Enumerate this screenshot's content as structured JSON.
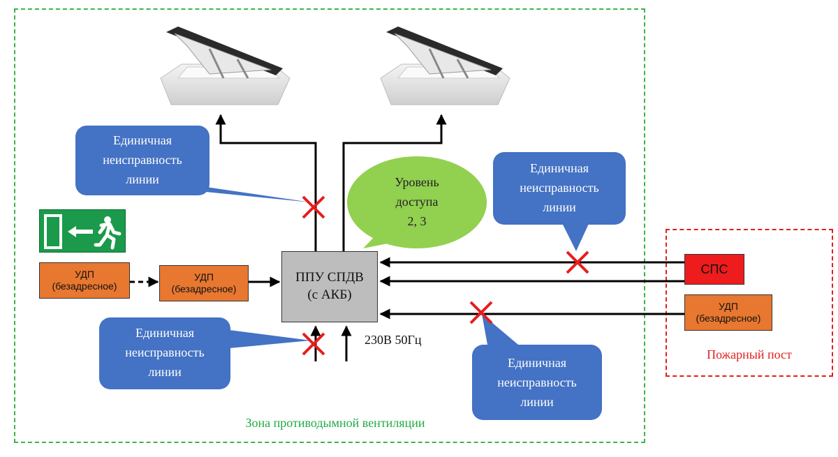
{
  "zones": {
    "ventilation_label": "Зона противодымной вентиляции",
    "fire_post_label": "Пожарный пост"
  },
  "ppu": {
    "line1": "ППУ СПДВ",
    "line2": "(с АКБ)"
  },
  "power": {
    "label": "230В 50Гц"
  },
  "sps": {
    "label": "СПС"
  },
  "udp": [
    {
      "line1": "УДП",
      "line2": "(безадресное)"
    },
    {
      "line1": "УДП",
      "line2": "(безадресное)"
    },
    {
      "line1": "УДП",
      "line2": "(безадресное)"
    }
  ],
  "callouts": {
    "fault": {
      "line1": "Единичная",
      "line2": "неисправность",
      "line3": "линии"
    },
    "access": {
      "line1": "Уровень",
      "line2": "доступа",
      "line3": "2, 3"
    }
  },
  "colors": {
    "callout_blue": "#4472c4",
    "callout_green": "#92d050",
    "udp_orange": "#e87730",
    "sps_red": "#ee1c1c",
    "ppu_gray": "#bdbdbd",
    "fault_cross": "#e81c1c",
    "exit_green": "#1a9a4a"
  },
  "icons": [
    "smoke-hatch-icon",
    "emergency-exit-sign-icon",
    "fault-cross-icon"
  ]
}
